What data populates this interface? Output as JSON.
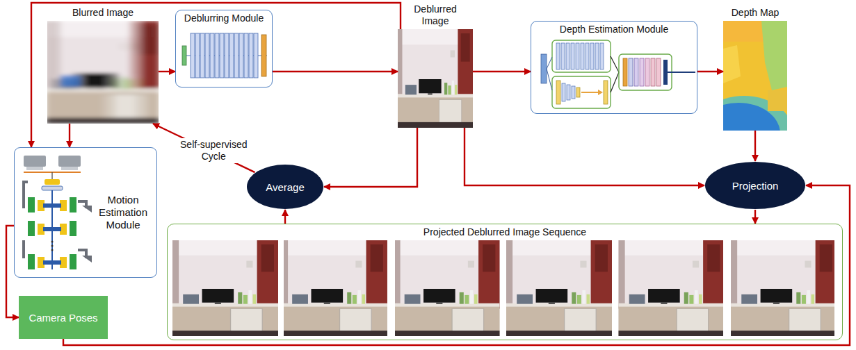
{
  "diagram": {
    "nodes": [
      {
        "text": [
          "Blurred Image"
        ]
      },
      {
        "text": [
          "Deblurring Module"
        ]
      },
      {
        "text": [
          "Deblurred Image"
        ]
      },
      {
        "text": [
          "Depth Estimation Module"
        ]
      },
      {
        "text": [
          "Depth Map"
        ]
      },
      {
        "text": [
          "Motion Estimation Module"
        ]
      },
      {
        "text": [
          "Average"
        ]
      },
      {
        "text": [
          "Projection"
        ]
      },
      {
        "text": [
          "Projected Deblurred Image Sequence"
        ]
      },
      {
        "text": [
          "Camera Poses"
        ]
      }
    ],
    "edges": [
      {
        "from": 0,
        "to": 1,
        "arrow": "to"
      },
      {
        "from": 1,
        "to": 2,
        "arrow": "to"
      },
      {
        "from": 2,
        "to": 3,
        "arrow": "to"
      },
      {
        "from": 3,
        "to": 4,
        "arrow": "to"
      },
      {
        "from": 4,
        "to": 7,
        "arrow": "to"
      },
      {
        "from": 2,
        "to": 7,
        "arrow": "to"
      },
      {
        "from": 2,
        "to": 6,
        "arrow": "to"
      },
      {
        "from": 6,
        "to": 0,
        "label": "Self-supervised Cycle",
        "arrow": "to"
      },
      {
        "from": 7,
        "to": 8,
        "arrow": "to"
      },
      {
        "from": 8,
        "to": 6,
        "arrow": "to"
      },
      {
        "from": 0,
        "to": 5,
        "arrow": "to"
      },
      {
        "from": 2,
        "to": 5,
        "arrow": "to"
      },
      {
        "from": 5,
        "to": 9,
        "arrow": "to"
      },
      {
        "from": 9,
        "to": 7,
        "arrow": "to"
      }
    ]
  }
}
